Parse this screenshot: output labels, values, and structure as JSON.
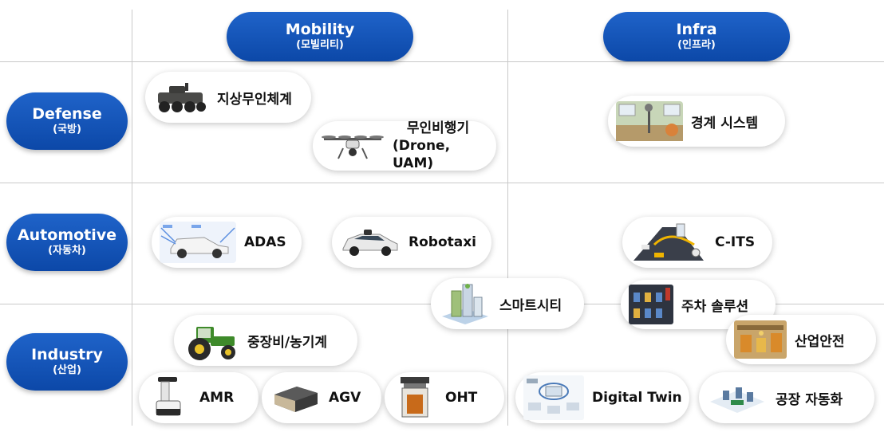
{
  "columns": [
    {
      "main": "Mobility",
      "sub": "(모빌리티)"
    },
    {
      "main": "Infra",
      "sub": "(인프라)"
    }
  ],
  "rows": [
    {
      "main": "Defense",
      "sub": "(국방)"
    },
    {
      "main": "Automotive",
      "sub": "(자동차)"
    },
    {
      "main": "Industry",
      "sub": "(산업)"
    }
  ],
  "items": {
    "ugv": "지상무인체계",
    "drone_line1": "무인비행기",
    "drone_line2": "(Drone, UAM)",
    "surveillance": "경계 시스템",
    "adas": "ADAS",
    "robotaxi": "Robotaxi",
    "cits": "C-ITS",
    "smart_city": "스마트시티",
    "parking": "주차 솔루션",
    "heavy_equipment": "중장비/농기계",
    "industrial_safety": "산업안전",
    "amr": "AMR",
    "agv": "AGV",
    "oht": "OHT",
    "digital_twin": "Digital Twin",
    "factory_automation": "공장 자동화"
  },
  "colors": {
    "header_blue": "#1f63c9",
    "grid_line": "#c9c9c9"
  }
}
